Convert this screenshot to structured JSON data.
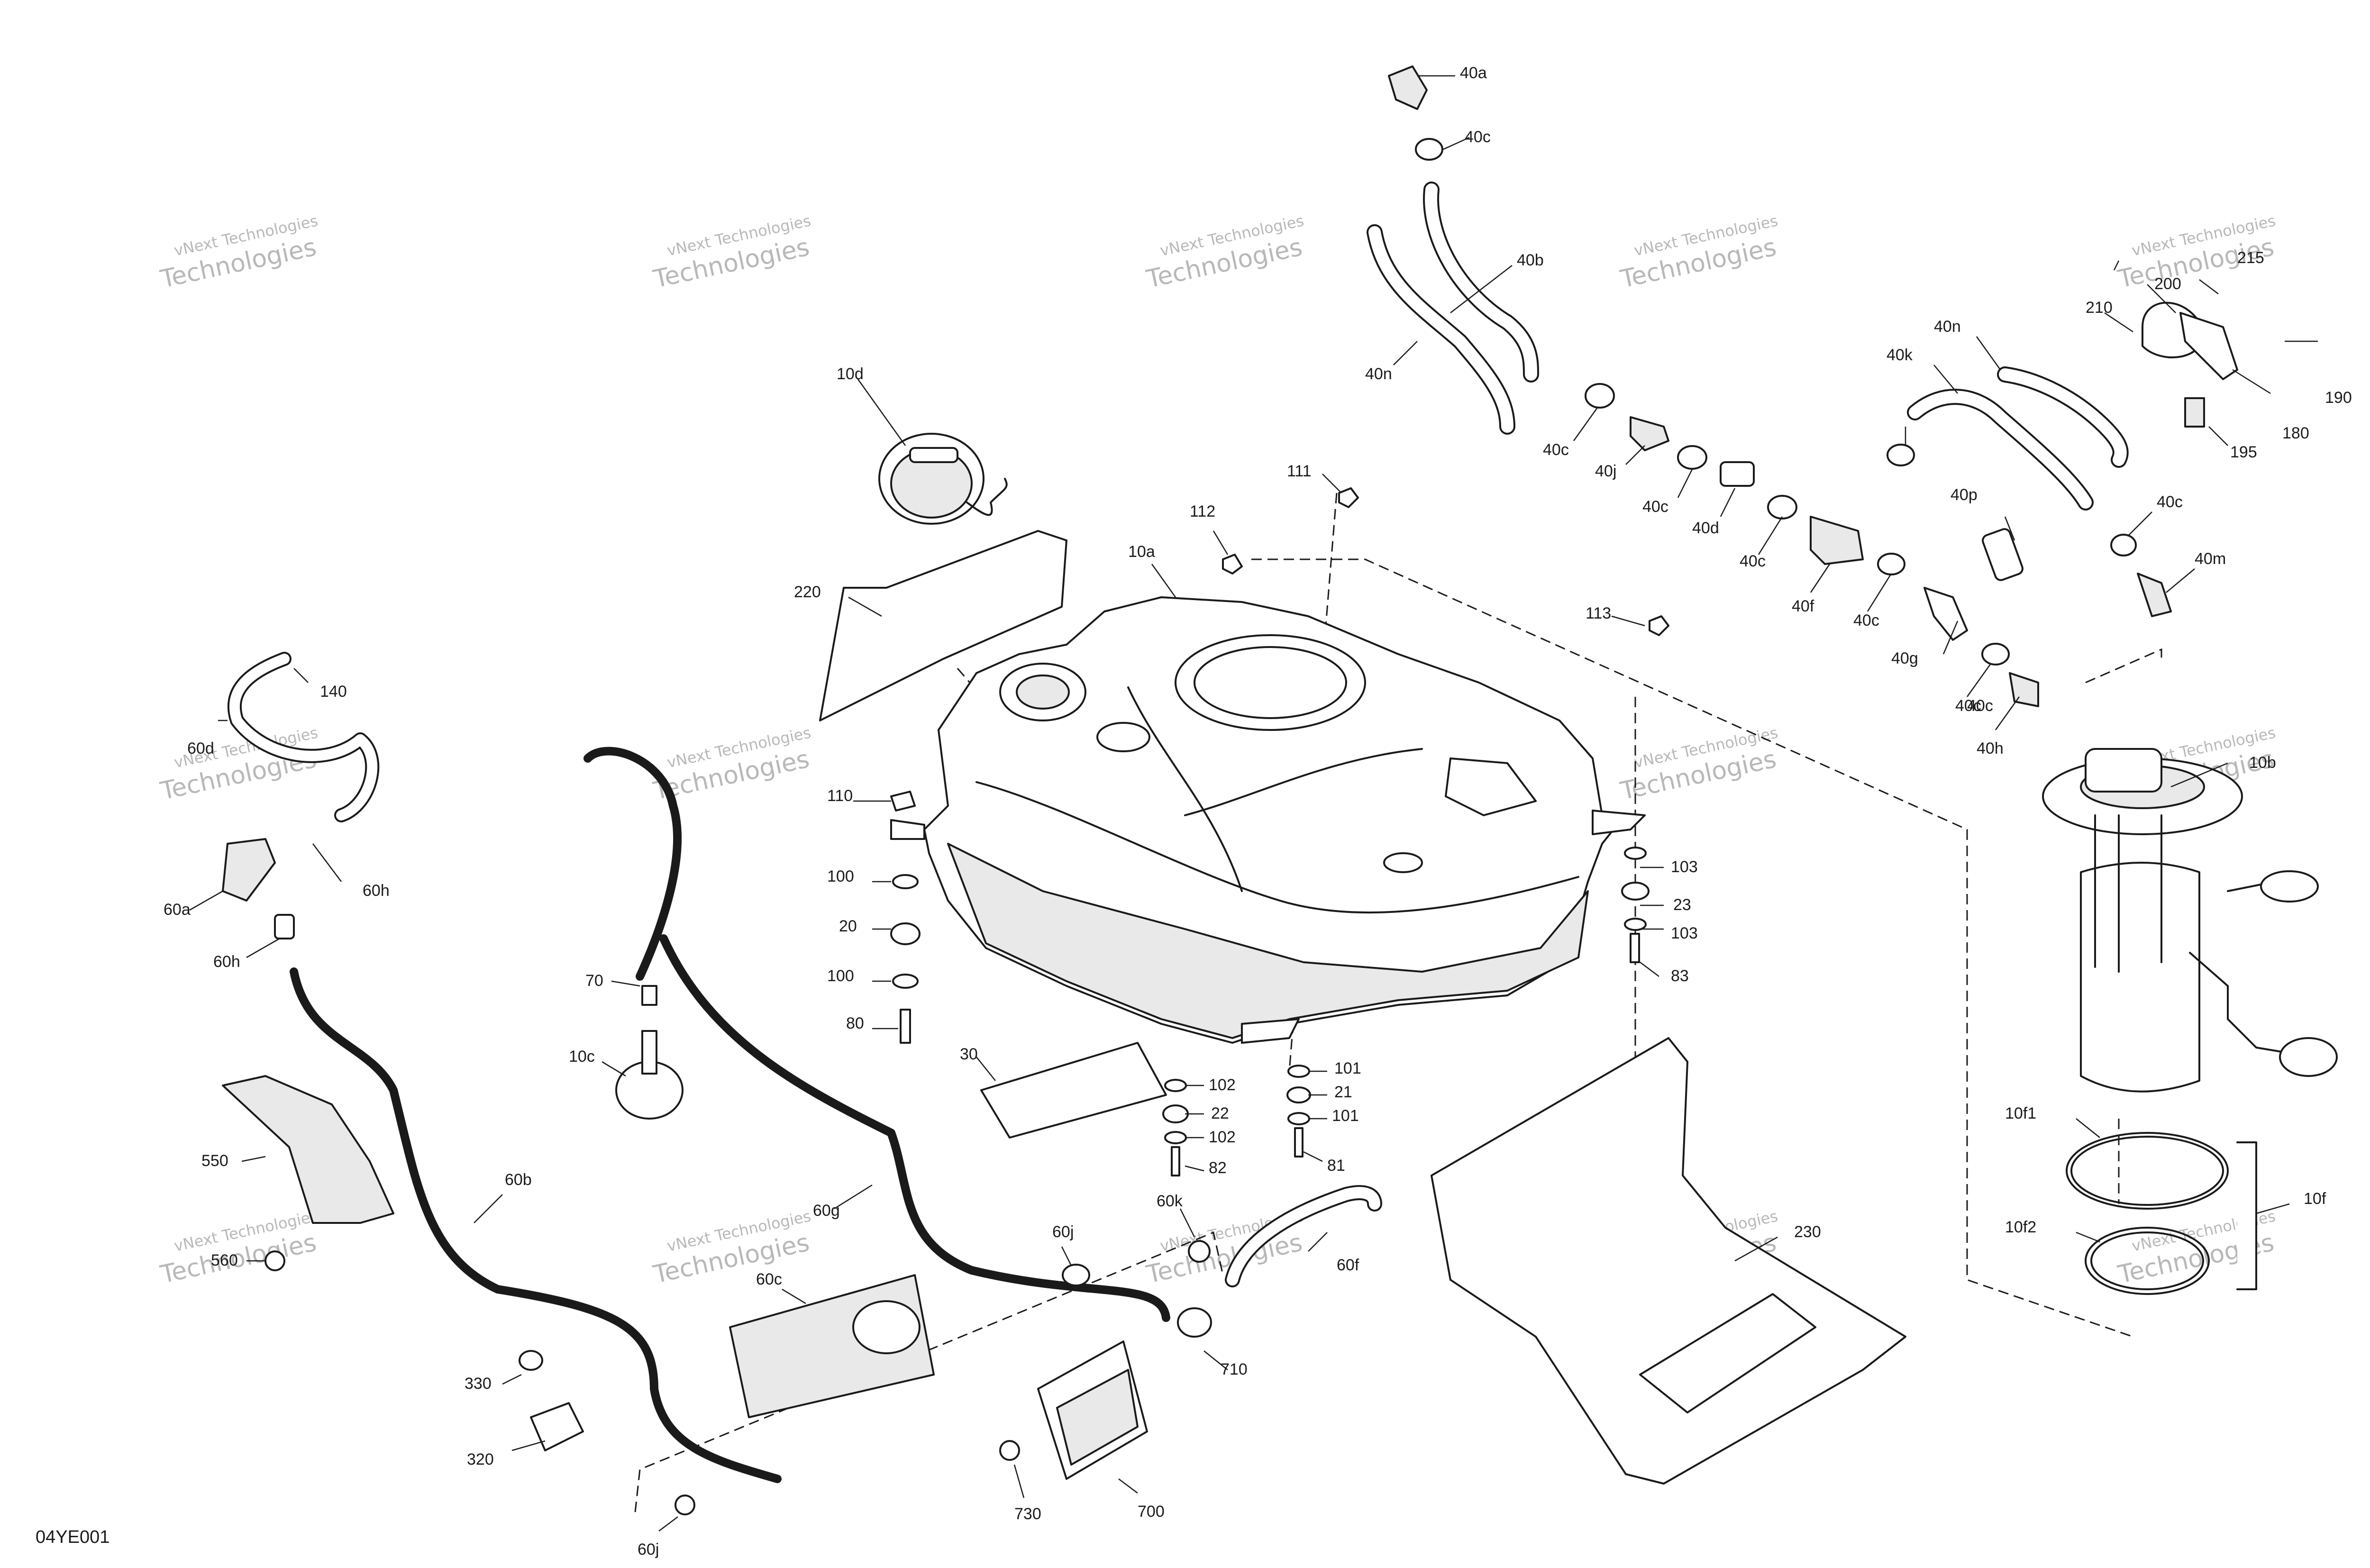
{
  "diagram": {
    "code": "04YE001",
    "watermark": {
      "line1": "vNext Technologies",
      "line2": "Technologies"
    },
    "labels": [
      "40a",
      "40c",
      "40b",
      "40n",
      "40c",
      "40j",
      "40c",
      "40d",
      "40c",
      "40f",
      "40k",
      "40n",
      "40c",
      "40p",
      "40c",
      "40m",
      "40c",
      "40g",
      "40c",
      "40h",
      "215",
      "200",
      "210",
      "190",
      "180",
      "195",
      "10d",
      "111",
      "112",
      "10a",
      "220",
      "113",
      "110",
      "103",
      "100",
      "23",
      "20",
      "103",
      "100",
      "83",
      "80",
      "30",
      "102",
      "101",
      "22",
      "21",
      "102",
      "101",
      "82",
      "81",
      "10b",
      "140",
      "60d",
      "60h",
      "60a",
      "60h",
      "70",
      "10c",
      "550",
      "560",
      "60b",
      "60g",
      "60k",
      "60j",
      "60f",
      "60c",
      "710",
      "700",
      "730",
      "330",
      "320",
      "60j",
      "230",
      "10f1",
      "10f",
      "10f2"
    ]
  }
}
